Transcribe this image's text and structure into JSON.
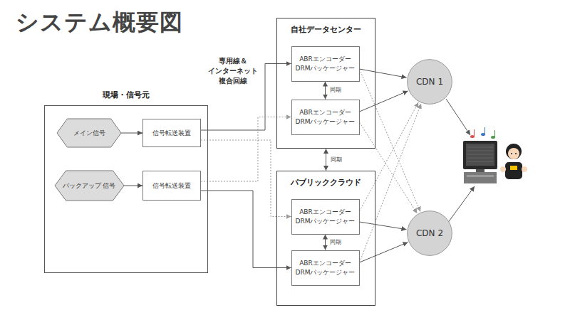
{
  "diagram": {
    "title": "システム概要図",
    "nodes": [
      {
        "text": [
          "現場・信号元"
        ]
      },
      {
        "text": [
          "メイン信号"
        ],
        "in": 0
      },
      {
        "text": [
          "信号転送装置"
        ],
        "in": 0
      },
      {
        "text": [
          "バックアップ 信号"
        ],
        "in": 0
      },
      {
        "text": [
          "信号転送装置"
        ],
        "in": 0
      },
      {
        "text": [
          "自社データセンター"
        ]
      },
      {
        "text": [
          "ABRエンコーダー DRMパッケージャー"
        ],
        "in": 5
      },
      {
        "text": [
          "ABRエンコーダー DRMパッケージャー"
        ],
        "in": 5
      },
      {
        "text": [
          "パブリッククラウド"
        ]
      },
      {
        "text": [
          "ABRエンコーダー DRMパッケージャー"
        ],
        "in": 8
      },
      {
        "text": [
          "ABRエンコーダー DRMパッケージャー"
        ],
        "in": 8
      },
      {
        "text": [
          "CDN 1"
        ]
      },
      {
        "text": [
          "CDN 2"
        ]
      }
    ],
    "edges": [
      {
        "from": 1,
        "to": 2,
        "arrow": "to"
      },
      {
        "from": 3,
        "to": 4,
        "arrow": "to"
      },
      {
        "from": 2,
        "to": 6,
        "arrow": "to"
      },
      {
        "from": 2,
        "to": 9,
        "arrow": "to"
      },
      {
        "from": 4,
        "to": 7,
        "arrow": "to"
      },
      {
        "from": 4,
        "to": 10,
        "arrow": "to"
      },
      {
        "from": 6,
        "to": 7,
        "label": "同期",
        "arrow": "both"
      },
      {
        "from": 5,
        "to": 8,
        "label": "同期",
        "arrow": "both"
      },
      {
        "from": 9,
        "to": 10,
        "label": "同期",
        "arrow": "both"
      },
      {
        "from": 6,
        "to": 11,
        "arrow": "to"
      },
      {
        "from": 6,
        "to": 12,
        "arrow": "to"
      },
      {
        "from": 7,
        "to": 11,
        "arrow": "to"
      },
      {
        "from": 7,
        "to": 12,
        "arrow": "to"
      },
      {
        "from": 9,
        "to": 11,
        "arrow": "to"
      },
      {
        "from": 9,
        "to": 12,
        "arrow": "to"
      },
      {
        "from": 10,
        "to": 11,
        "arrow": "to"
      },
      {
        "from": 10,
        "to": 12,
        "arrow": "to"
      }
    ],
    "labels": [
      "専用線＆ インターネット 複合回線"
    ]
  }
}
